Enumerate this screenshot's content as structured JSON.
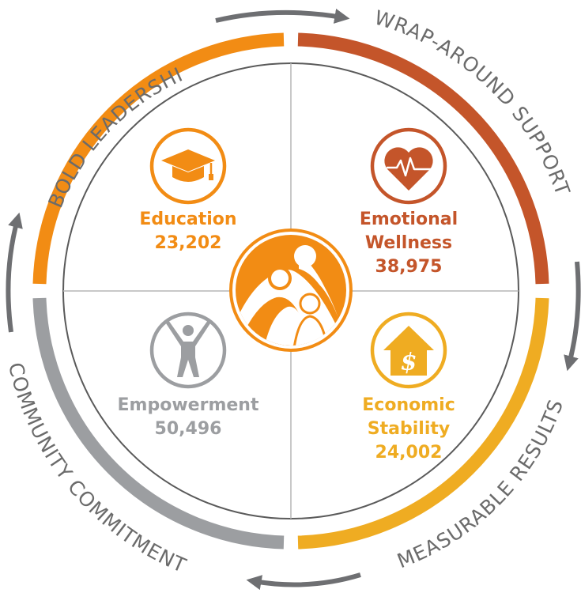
{
  "ring_labels": {
    "top_left": "BOLD LEADERSHIP",
    "top_right": "WRAP-AROUND SUPPORT",
    "bottom_right": "MEASURABLE RESULTS",
    "bottom_left": "COMMUNITY COMMITMENT"
  },
  "quadrants": {
    "education": {
      "title": "Education",
      "value": "23,202",
      "icon": "graduation-cap-icon",
      "color": "#f28c14"
    },
    "emotional_wellness": {
      "title_line1": "Emotional",
      "title_line2": "Wellness",
      "value": "38,975",
      "icon": "heartbeat-icon",
      "color": "#c4552a"
    },
    "empowerment": {
      "title": "Empowerment",
      "value": "50,496",
      "icon": "person-arms-raised-icon",
      "color": "#9c9ea1"
    },
    "economic_stability": {
      "title_line1": "Economic",
      "title_line2": "Stability",
      "value": "24,002",
      "icon": "house-dollar-icon",
      "color": "#efac22"
    }
  },
  "center": {
    "icon": "family-icon",
    "color": "#f28c14"
  },
  "colors": {
    "orange": "#f28c14",
    "rust": "#c4552a",
    "gold": "#efac22",
    "gray": "#9c9ea1",
    "arrow": "#6e6f72"
  }
}
